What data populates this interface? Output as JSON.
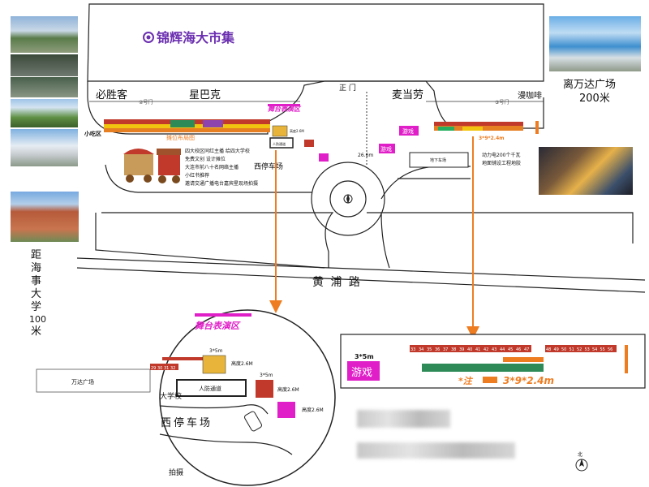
{
  "header": {
    "market_title": "锦辉海大市集"
  },
  "shops": {
    "bishengke": "必胜客",
    "xingbake": "星巴克",
    "maidanglao": "麦当劳",
    "mankafei": "漫咖啡",
    "gate_2": "②号门",
    "gate_3": "③号门",
    "main_gate": "正 门"
  },
  "stage": {
    "title_small": "舞台表演区",
    "title_large": "舞台表演区"
  },
  "booth_layout": {
    "title": "摊位布局图",
    "small_eat": "小吃区",
    "lines": [
      "四大校区同红主播  给四大学校",
      "免费文创  设计摊位",
      "大连市前八十名网络主播",
      "小红书推荐",
      "邀请交通广播电台嘉宾星现场拍摄"
    ]
  },
  "areas": {
    "games": "游戏",
    "games_size": "3*5m",
    "west_parking": "西停车场",
    "underground_parking": "地下车场",
    "civil_passage": "人防通道",
    "road": "黄 浦 路",
    "wanda_plaza": "万达广场",
    "width_label": "26.6m",
    "power_note_1": "动力电200个千瓦",
    "power_note_2": "地面铺设工程地胶",
    "university_short": "大学校",
    "photo_short": "拍摄"
  },
  "heights": {
    "h1": "高度2.6M",
    "h2": "高度2.6M",
    "h3": "高度2.6M",
    "size_a": "3*5m",
    "size_b": "3*5m"
  },
  "detail_right": {
    "note_prefix": "*注",
    "note_size": "3*9*2.4m",
    "games_size": "3*5m",
    "games": "游戏",
    "booth_numbers_a": [
      "33",
      "34",
      "35",
      "36",
      "37",
      "38",
      "39",
      "40",
      "41",
      "42",
      "43",
      "44",
      "45",
      "46",
      "47"
    ],
    "booth_numbers_b": [
      "48",
      "49",
      "50",
      "51",
      "52",
      "53",
      "54",
      "55",
      "56"
    ]
  },
  "detail_left": {
    "booth_numbers": [
      "29",
      "30",
      "31",
      "32"
    ]
  },
  "distances": {
    "haishi_lines": [
      "距",
      "海",
      "事",
      "大",
      "学",
      "100",
      "米"
    ],
    "wanda_line1": "离万达广场",
    "wanda_line2": "200米"
  },
  "compass": {
    "north": "北"
  },
  "colors": {
    "orange": "#ee7d22",
    "magenta": "#e01fc8",
    "purple": "#6b2fb0",
    "booth_red": "#c0392b"
  }
}
